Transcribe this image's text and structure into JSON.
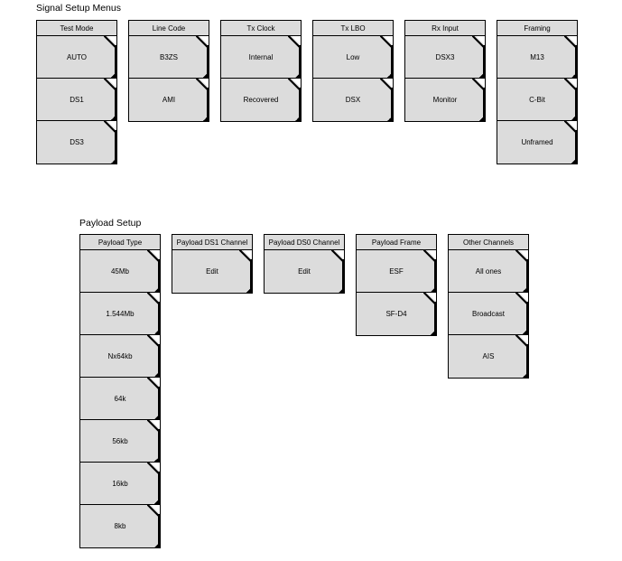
{
  "signal_setup": {
    "title": "Signal Setup Menus",
    "menus": [
      {
        "header": "Test Mode",
        "keys": [
          "AUTO",
          "DS1",
          "DS3"
        ]
      },
      {
        "header": "Line Code",
        "keys": [
          "B3ZS",
          "AMI"
        ]
      },
      {
        "header": "Tx Clock",
        "keys": [
          "Internal",
          "Recovered"
        ]
      },
      {
        "header": "Tx LBO",
        "keys": [
          "Low",
          "DSX"
        ]
      },
      {
        "header": "Rx Input",
        "keys": [
          "DSX3",
          "Monitor"
        ]
      },
      {
        "header": "Framing",
        "keys": [
          "M13",
          "C-Bit",
          "Unframed"
        ]
      }
    ]
  },
  "payload_setup": {
    "title": "Payload Setup",
    "menus": [
      {
        "header": "Payload Type",
        "keys": [
          "45Mb",
          "1.544Mb",
          "Nx64kb",
          "64k",
          "56kb",
          "16kb",
          "8kb"
        ]
      },
      {
        "header": "Payload DS1 Channel",
        "keys": [
          "Edit"
        ]
      },
      {
        "header": "Payload DS0 Channel",
        "keys": [
          "Edit"
        ]
      },
      {
        "header": "Payload Frame",
        "keys": [
          "ESF",
          "SF-D4"
        ]
      },
      {
        "header": "Other Channels",
        "keys": [
          "All ones",
          "Broadcast",
          "AIS"
        ]
      }
    ]
  }
}
